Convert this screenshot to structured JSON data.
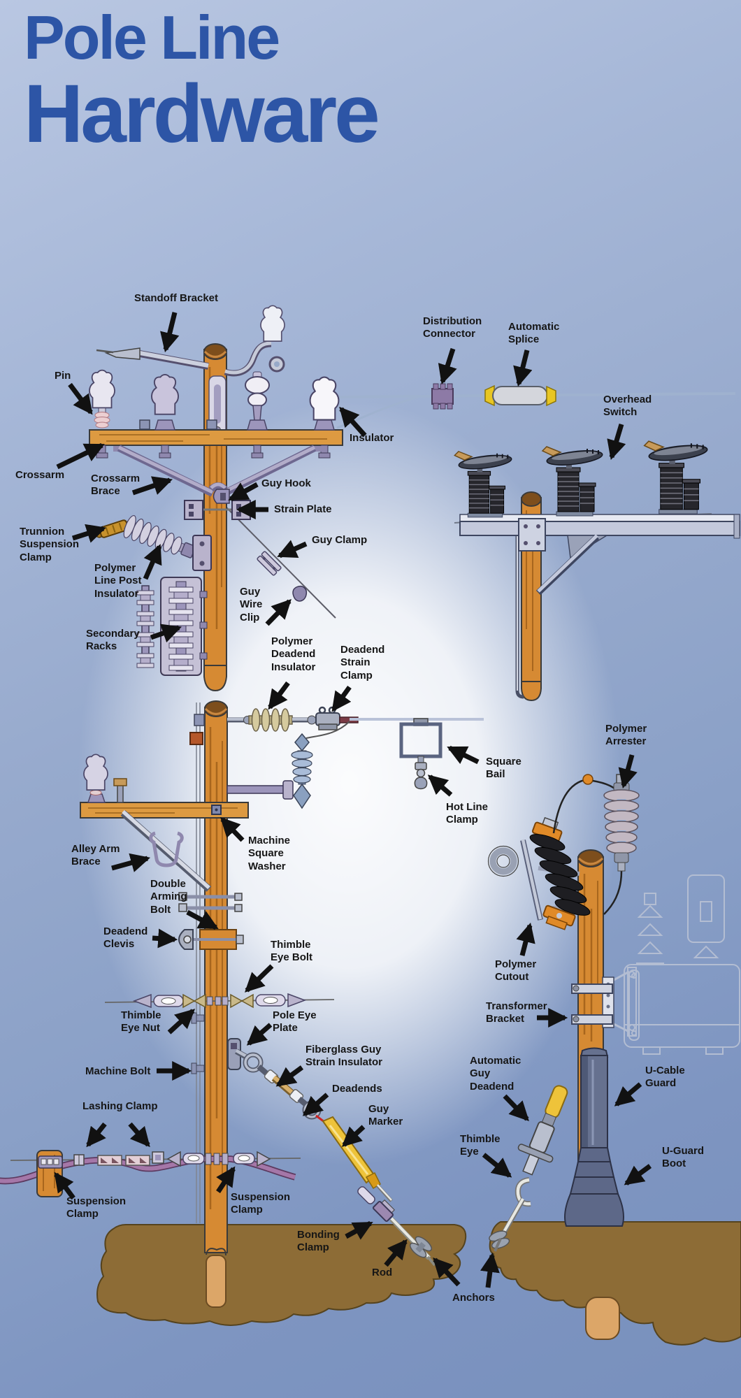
{
  "title": {
    "line1": "Pole Line",
    "line2": "Hardware"
  },
  "labels": {
    "standoff_bracket": "Standoff Bracket",
    "pin": "Pin",
    "crossarm": "Crossarm",
    "crossarm_brace": "Crossarm Brace",
    "guy_hook": "Guy Hook",
    "strain_plate": "Strain Plate",
    "trunnion_suspension_clamp": "Trunnion Suspension Clamp",
    "polymer_line_post_insulator": "Polymer Line Post Insulator",
    "secondary_racks": "Secondary Racks",
    "guy_clamp": "Guy Clamp",
    "guy_wire_clip": "Guy Wire Clip",
    "insulator": "Insulator",
    "distribution_connector": "Distribution Connector",
    "automatic_splice": "Automatic Splice",
    "overhead_switch": "Overhead Switch",
    "polymer_deadend_insulator": "Polymer Deadend Insulator",
    "deadend_strain_clamp": "Deadend Strain Clamp",
    "square_bail": "Square Bail",
    "hot_line_clamp": "Hot Line Clamp",
    "polymer_arrester": "Polymer Arrester",
    "polymer_cutout": "Polymer Cutout",
    "machine_square_washer": "Machine Square Washer",
    "alley_arm_brace": "Alley Arm Brace",
    "double_arming_bolt": "Double Arming Bolt",
    "deadend_clevis": "Deadend Clevis",
    "thimble_eye_bolt": "Thimble Eye Bolt",
    "thimble_eye_nut": "Thimble Eye Nut",
    "pole_eye_plate": "Pole Eye Plate",
    "machine_bolt": "Machine Bolt",
    "fiberglass_guy_strain_insulator": "Fiberglass Guy Strain Insulator",
    "deadends": "Deadends",
    "guy_marker": "Guy Marker",
    "automatic_guy_deadend": "Automatic Guy Deadend",
    "thimble_eye": "Thimble Eye",
    "transformer_bracket": "Transformer Bracket",
    "u_cable_guard": "U-Cable Guard",
    "u_guard_boot": "U-Guard Boot",
    "lashing_clamp": "Lashing Clamp",
    "suspension_clamp_left": "Suspension Clamp",
    "suspension_clamp_right": "Suspension Clamp",
    "bonding_clamp": "Bonding Clamp",
    "rod": "Rod",
    "anchors": "Anchors"
  },
  "colors": {
    "title": "#2d55a6",
    "background_top": "#b9c7e2",
    "background_bottom": "#7890bd",
    "label_text": "#161616",
    "arrow": "#111111",
    "pole": "#d68a33",
    "crossarm": "#dd9a41",
    "hardware_purple": "#b9b3cc",
    "steel": "#c3c9dc",
    "ground": "#8d6c36",
    "guy_marker_yellow": "#eec33a",
    "lashed_cable_purple": "#a577a8",
    "cutout_black": "#1e1e22",
    "splice_yellow": "#e8c623"
  }
}
